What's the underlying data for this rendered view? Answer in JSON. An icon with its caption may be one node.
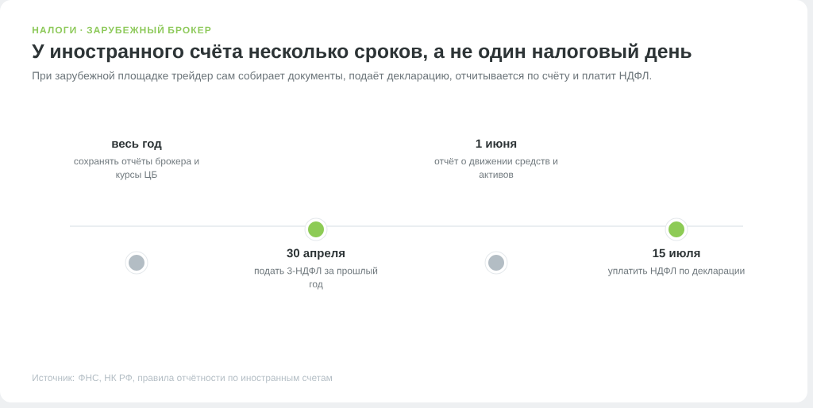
{
  "diagram": {
    "title": "У иностранного счёта несколько сроков, а не один налоговый день",
    "caption": "Источник: ФНС, НК РФ, правила отчётности по иностранным счетам",
    "nodes": [
      {
        "text": [
          "весь год",
          "сохранять отчёты брокера и курсы ЦБ"
        ]
      },
      {
        "text": [
          "30 апреля",
          "подать 3-НДФЛ за прошлый год"
        ]
      },
      {
        "text": [
          "1 июня",
          "отчёт о движении средств и активов"
        ]
      },
      {
        "text": [
          "15 июля",
          "уплатить НДФЛ по декларации"
        ]
      }
    ],
    "labels": [
      "НАЛОГИ · ЗАРУБЕЖНЫЙ БРОКЕР",
      "При зарубежной площадке трейдер сам собирает документы, подаёт декларацию, отчитывается по счёту и платит НДФЛ."
    ]
  }
}
